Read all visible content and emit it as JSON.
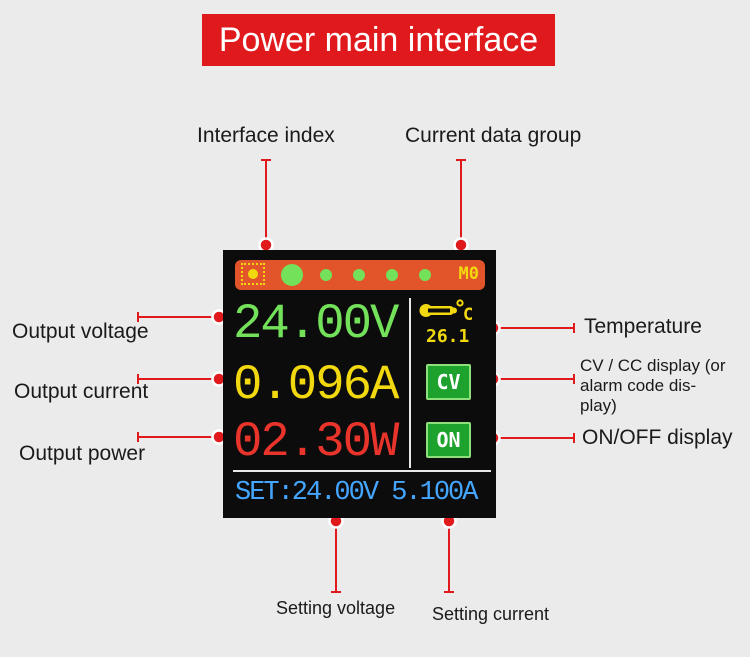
{
  "title": "Power main interface",
  "callouts": {
    "interface_index": "Interface index",
    "current_data_group": "Current data group",
    "output_voltage": "Output voltage",
    "output_current": "Output current",
    "output_power": "Output power",
    "temperature": "Temperature",
    "cvcc_display": [
      "CV / CC display (or",
      "alarm code dis-",
      "play)"
    ],
    "onoff_display": "ON/OFF display",
    "setting_voltage": "Setting voltage",
    "setting_current": "Setting current"
  },
  "screen": {
    "data_group": "M0",
    "voltage": "24.00V",
    "current": "0.096A",
    "power": "02.30W",
    "temperature_unit": "°C",
    "temperature": "26.1",
    "mode": "CV",
    "output_state": "ON",
    "set_label": "SET:24.00V 5.100A"
  },
  "colors": {
    "banner": "#e0191c",
    "callout_dot": "#e0191c",
    "voltage": "#73e15a",
    "current": "#f2d90f",
    "power": "#e8342b",
    "set_text": "#45a6ff",
    "status_bar": "#e2552a",
    "badge": "#1ea22e"
  },
  "icons": [
    "sun-icon",
    "thermometer-icon"
  ]
}
